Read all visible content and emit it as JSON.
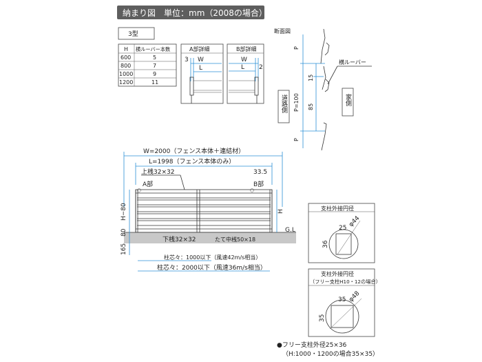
{
  "header": {
    "title": "納まり図　単位：mm（2008の場合）"
  },
  "type_label": "3型",
  "louver_table": {
    "headers": [
      "H",
      "横ルーバー本数"
    ],
    "rows": [
      [
        "600",
        "5"
      ],
      [
        "800",
        "7"
      ],
      [
        "1000",
        "9"
      ],
      [
        "1200",
        "11"
      ]
    ]
  },
  "detail_a": {
    "title": "A部詳細",
    "dim_3": "3",
    "dim_w": "W",
    "dim_l": "L"
  },
  "detail_b": {
    "title": "B部詳細",
    "dim_w": "W",
    "dim_l": "L",
    "dim_2": "2"
  },
  "section": {
    "title": "断面図",
    "p_top": "P",
    "p_bottom": "P",
    "p_pitch": "P=100",
    "dim_15": "15",
    "dim_85": "85",
    "louver_label": "横ルーバー",
    "road_side": "道路側",
    "house_side": "家側"
  },
  "elevation": {
    "width_total": "W=2000（フェンス本体＋連結材）",
    "length_body": "L=1998（フェンス本体のみ）",
    "upper_rail": "上桟32×32",
    "dim_33_5": "33.5",
    "part_a": "A部",
    "part_b": "B部",
    "height_h80": "H−80",
    "dim_80": "80",
    "dim_165": "165",
    "height_h": "H",
    "ground_line": "G.L",
    "lower_rail": "下桟32×32",
    "mid_rail": "たて中桟50×18",
    "post_pitch_1": "柱芯々：1000以下（風速42m/s相当）",
    "post_pitch_2": "柱芯々：2000以下（風速36m/s相当）"
  },
  "post_circle_1": {
    "title": "支柱外接円径",
    "dim_25": "25",
    "dim_dia": "φ44",
    "dim_36": "36"
  },
  "post_circle_2": {
    "title": "支柱外接円径",
    "subtitle": "（フリー支柱H10・12の場合）",
    "dim_35a": "35",
    "dim_dia": "φ48",
    "dim_35b": "35"
  },
  "footnote": {
    "line1": "●フリー支柱外径25×36",
    "line2": "（H:1000・1200の場合35×35）"
  }
}
